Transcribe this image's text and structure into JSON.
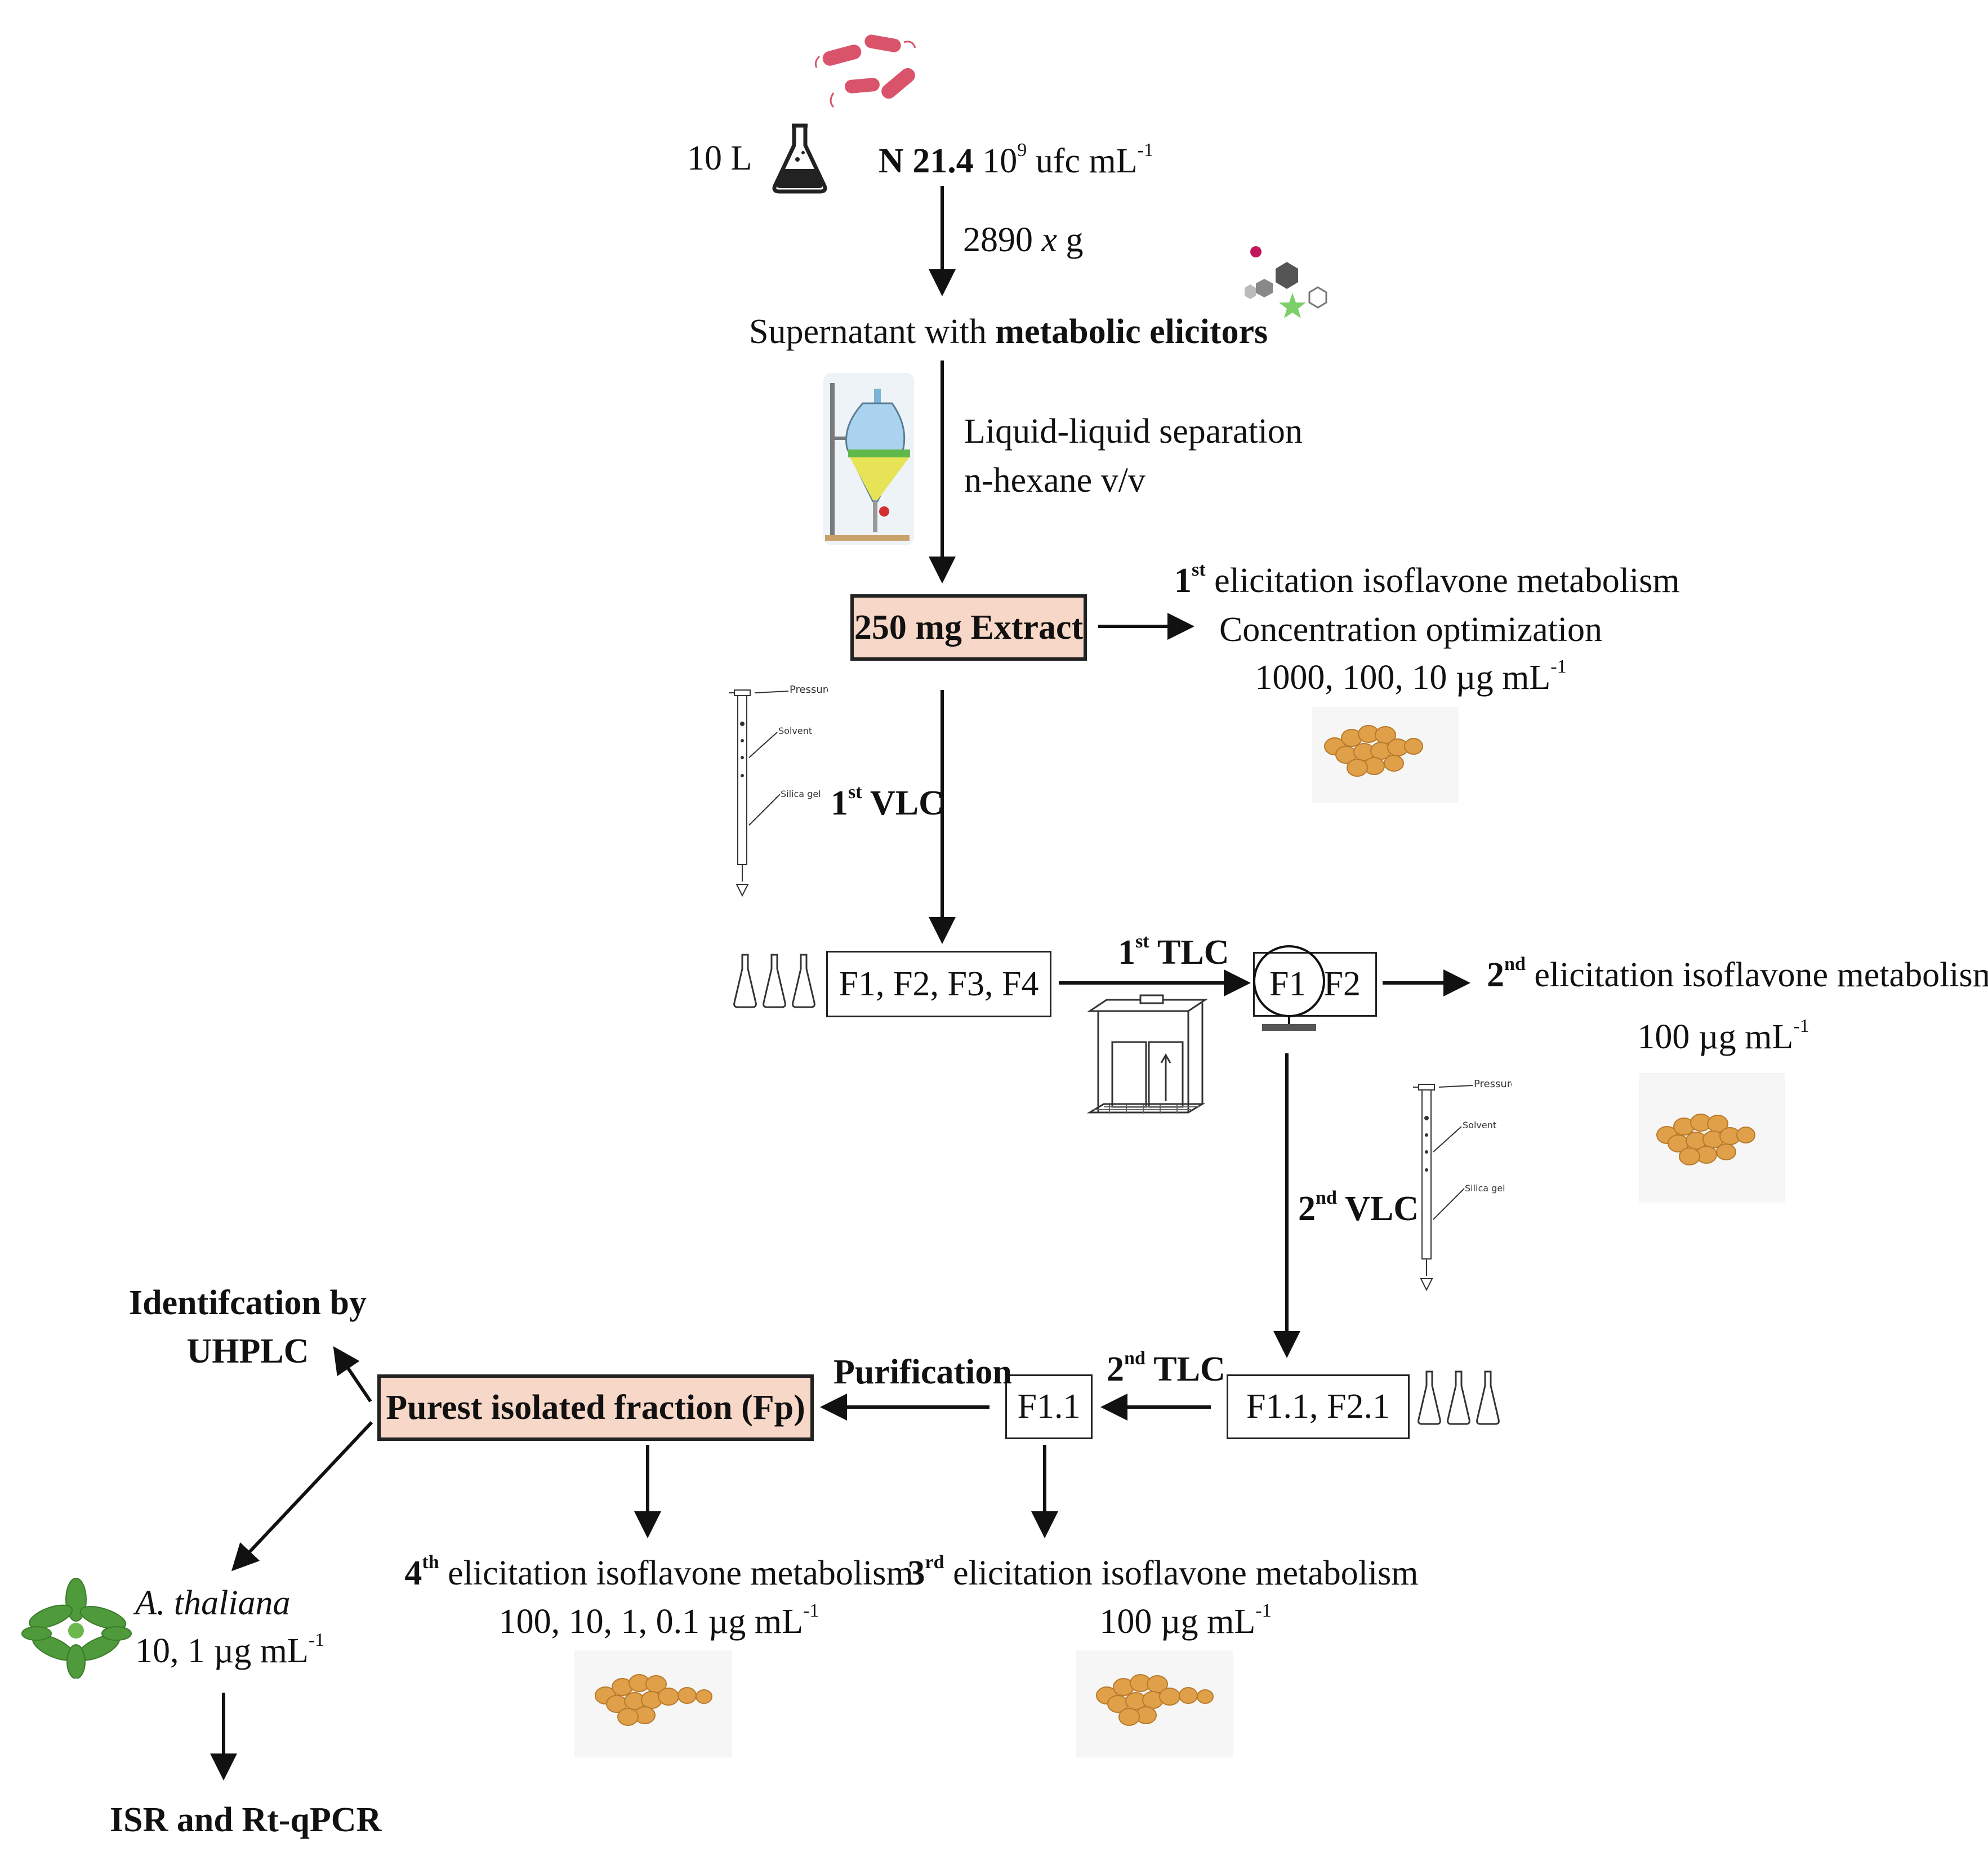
{
  "top": {
    "volume": "10 L",
    "strain": "N 21.4",
    "conc_base": "10",
    "conc_exp": "9",
    "conc_unit": " ufc mL",
    "conc_unit_exp": "-1",
    "centrifuge": "2890 ",
    "centrifuge_x": "x",
    "centrifuge_g": " g",
    "supernatant": "Supernatant  with ",
    "supernatant_bold": "metabolic elicitors"
  },
  "separation": {
    "line1": "Liquid-liquid separation",
    "line2": "n-hexane v/v"
  },
  "extract": {
    "label": "250 mg Extract"
  },
  "elicit1": {
    "ord": "1",
    "ord_sup": "st",
    "text": " elicitation isoflavone metabolism",
    "line2": "Concentration optimization",
    "line3": "1000, 100, 10 µg mL",
    "line3_exp": "-1"
  },
  "vlc1": {
    "ord": "1",
    "ord_sup": "st",
    "label": " VLC"
  },
  "vlc_icon_labels": {
    "pressure": "Pressure",
    "solvent": "Solvent",
    "silica": "Silica gel"
  },
  "fractions1": {
    "label": "F1, F2, F3, F4"
  },
  "tlc1": {
    "ord": "1",
    "ord_sup": "st",
    "label": " TLC"
  },
  "f1f2": {
    "f1": "F1",
    "f2": "F2"
  },
  "elicit2": {
    "ord": "2",
    "ord_sup": "nd",
    "text": " elicitation isoflavone metabolism",
    "line2": "100 µg mL",
    "line2_exp": "-1"
  },
  "vlc2": {
    "ord": "2",
    "ord_sup": "nd",
    "label": " VLC"
  },
  "fractions2": {
    "label": "F1.1, F2.1"
  },
  "tlc2": {
    "ord": "2",
    "ord_sup": "nd",
    "label": " TLC"
  },
  "f11": {
    "label": "F1.1"
  },
  "purification": {
    "label": "Purification"
  },
  "fp": {
    "label": "Purest isolated fraction (Fp)"
  },
  "identification": {
    "line1": "Identifcation by",
    "line2": "UHPLC"
  },
  "elicit3": {
    "ord": "3",
    "ord_sup": "rd",
    "text": " elicitation isoflavone metabolism",
    "line2": "100 µg mL",
    "line2_exp": "-1"
  },
  "elicit4": {
    "ord": "4",
    "ord_sup": "th",
    "text": " elicitation isoflavone metabolism",
    "line2": "100, 10, 1, 0.1 µg mL",
    "line2_exp": "-1"
  },
  "plant": {
    "species": "A.  thaliana",
    "dose": "10, 1 µg mL",
    "dose_exp": "-1"
  },
  "final": {
    "label": "ISR and Rt-qPCR"
  },
  "colors": {
    "highlight_box": "#f7d8c8",
    "bacteria": "#d9546b",
    "soybean": "#e0a04a",
    "plant": "#4f9a3a"
  }
}
